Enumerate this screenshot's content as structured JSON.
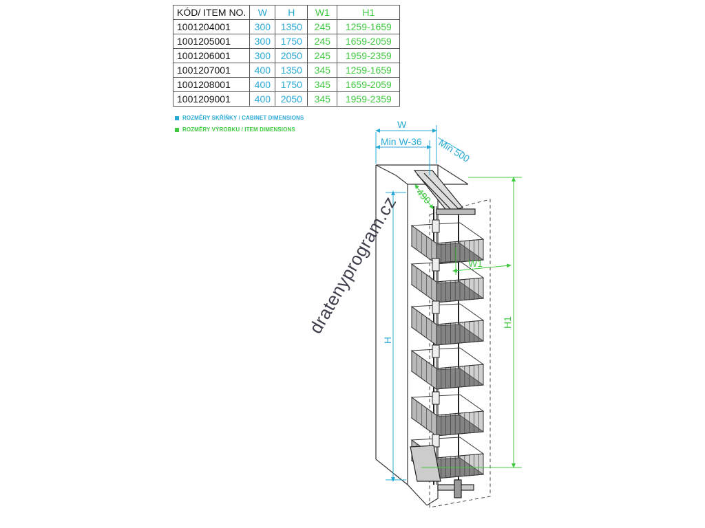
{
  "table": {
    "headers": {
      "code": "KÓD/ ITEM NO.",
      "w": "W",
      "h": "H",
      "w1": "W1",
      "h1": "H1"
    },
    "rows": [
      {
        "code": "1001204001",
        "w": "300",
        "h": "1350",
        "w1": "245",
        "h1": "1259-1659"
      },
      {
        "code": "1001205001",
        "w": "300",
        "h": "1750",
        "w1": "245",
        "h1": "1659-2059"
      },
      {
        "code": "1001206001",
        "w": "300",
        "h": "2050",
        "w1": "245",
        "h1": "1959-2359"
      },
      {
        "code": "1001207001",
        "w": "400",
        "h": "1350",
        "w1": "345",
        "h1": "1259-1659"
      },
      {
        "code": "1001208001",
        "w": "400",
        "h": "1750",
        "w1": "345",
        "h1": "1659-2059"
      },
      {
        "code": "1001209001",
        "w": "400",
        "h": "2050",
        "w1": "345",
        "h1": "1959-2359"
      }
    ]
  },
  "legend": {
    "cabinet": "ROZMĚRY SKŘÍŇKY / CABINET DIMENSIONS",
    "item": "ROZMĚRY VÝROBKU / ITEM DIMENSIONS"
  },
  "dimensions": {
    "w": "W",
    "min_w": "Min W-36",
    "min_depth": "Min 500",
    "depth": "490",
    "w1": "W1",
    "h": "H",
    "h1": "H1"
  },
  "colors": {
    "cabinet": "#27a9d6",
    "item": "#3fc93f"
  },
  "watermark": "dratenyprogram.cz"
}
